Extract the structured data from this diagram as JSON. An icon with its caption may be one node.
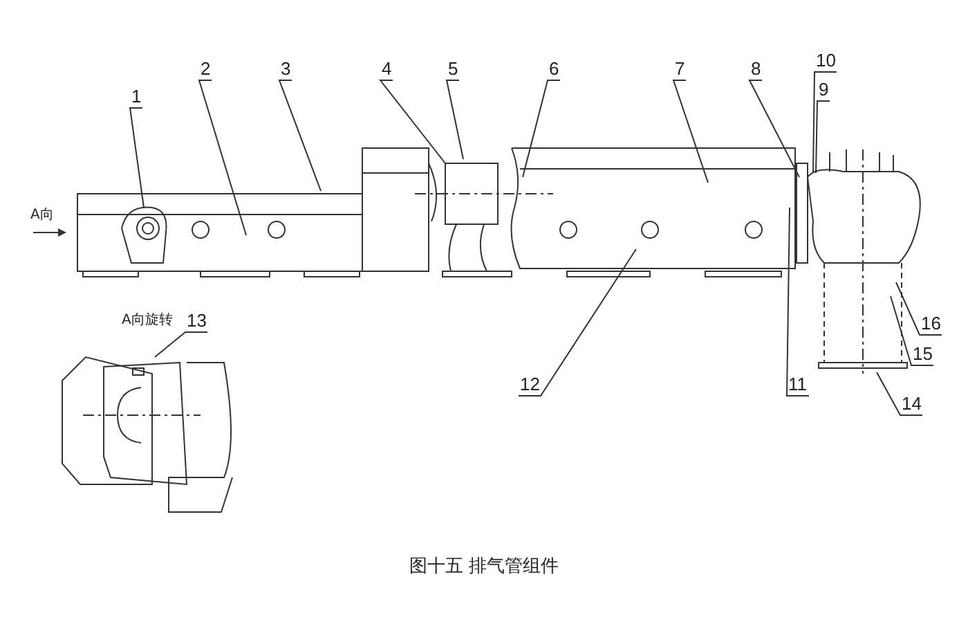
{
  "diagram": {
    "caption": "图十五 排气管组件",
    "nodes": [
      {
        "text": [
          "1"
        ]
      },
      {
        "text": [
          "2"
        ]
      },
      {
        "text": [
          "3"
        ]
      },
      {
        "text": [
          "4"
        ]
      },
      {
        "text": [
          "5"
        ]
      },
      {
        "text": [
          "6"
        ]
      },
      {
        "text": [
          "7"
        ]
      },
      {
        "text": [
          "8"
        ]
      },
      {
        "text": [
          "9"
        ]
      },
      {
        "text": [
          "10"
        ]
      },
      {
        "text": [
          "11"
        ]
      },
      {
        "text": [
          "12"
        ]
      },
      {
        "text": [
          "13"
        ]
      },
      {
        "text": [
          "14"
        ]
      },
      {
        "text": [
          "15"
        ]
      },
      {
        "text": [
          "16"
        ]
      }
    ],
    "edges": [
      {
        "from": 0,
        "to": null,
        "arrow": "none"
      },
      {
        "from": 1,
        "to": null,
        "arrow": "none"
      },
      {
        "from": 2,
        "to": null,
        "arrow": "none"
      },
      {
        "from": 3,
        "to": null,
        "arrow": "none"
      },
      {
        "from": 4,
        "to": null,
        "arrow": "none"
      },
      {
        "from": 5,
        "to": null,
        "arrow": "none"
      },
      {
        "from": 6,
        "to": null,
        "arrow": "none"
      },
      {
        "from": 7,
        "to": null,
        "arrow": "none"
      },
      {
        "from": 8,
        "to": null,
        "arrow": "none"
      },
      {
        "from": 9,
        "to": null,
        "arrow": "none"
      },
      {
        "from": 10,
        "to": null,
        "arrow": "none"
      },
      {
        "from": 11,
        "to": null,
        "arrow": "none"
      },
      {
        "from": 12,
        "to": null,
        "arrow": "none"
      },
      {
        "from": 13,
        "to": null,
        "arrow": "none"
      },
      {
        "from": 14,
        "to": null,
        "arrow": "none"
      },
      {
        "from": 15,
        "to": null,
        "arrow": "none"
      }
    ],
    "labels": [
      "A向",
      "A向旋转"
    ]
  }
}
